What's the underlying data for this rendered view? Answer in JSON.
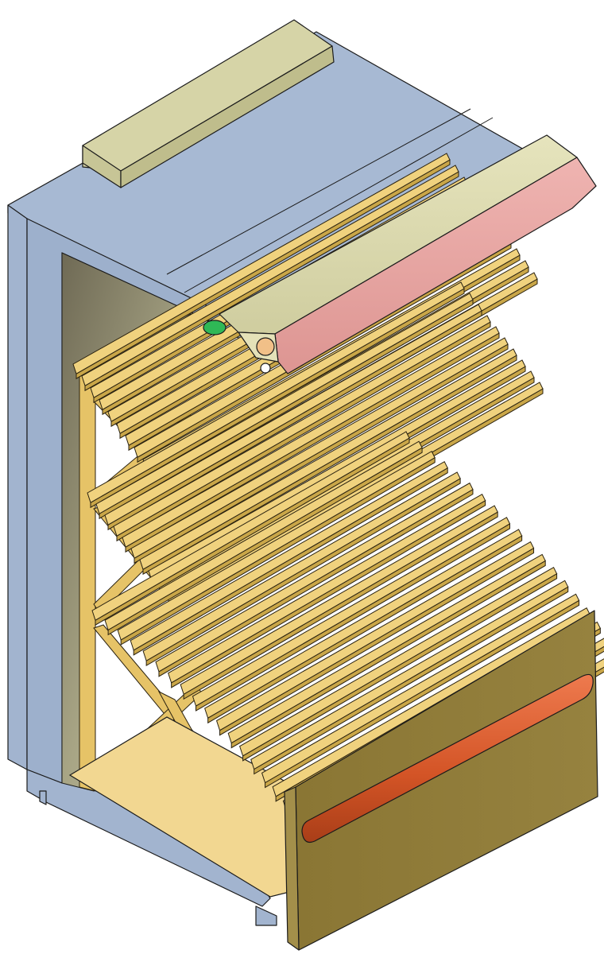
{
  "diagram": {
    "subject": "",
    "view": "isometric",
    "components": [
      {
        "name": "cabinet-body",
        "color": "#a4b6d0"
      },
      {
        "name": "top-rail",
        "color": "#d8d6aa"
      },
      {
        "name": "shutter-roll",
        "color": "#d8d6aa"
      },
      {
        "name": "shutter-front-band",
        "color": "#e3a1a0"
      },
      {
        "name": "shutter-clip",
        "color": "#2fb856"
      },
      {
        "name": "slatted-racks",
        "color": "#e9c873"
      },
      {
        "name": "rack-frame",
        "color": "#e2bd5f"
      },
      {
        "name": "base-tray",
        "color": "#f0d58c"
      },
      {
        "name": "front-panel",
        "color": "#8c7938"
      },
      {
        "name": "front-handle",
        "color": "#d95a32"
      }
    ],
    "racks": [
      {
        "name": "upper-rack",
        "slat_count": 11
      },
      {
        "name": "middle-rack",
        "slat_count": 10
      },
      {
        "name": "lower-rack",
        "slat_count": 19
      }
    ]
  }
}
